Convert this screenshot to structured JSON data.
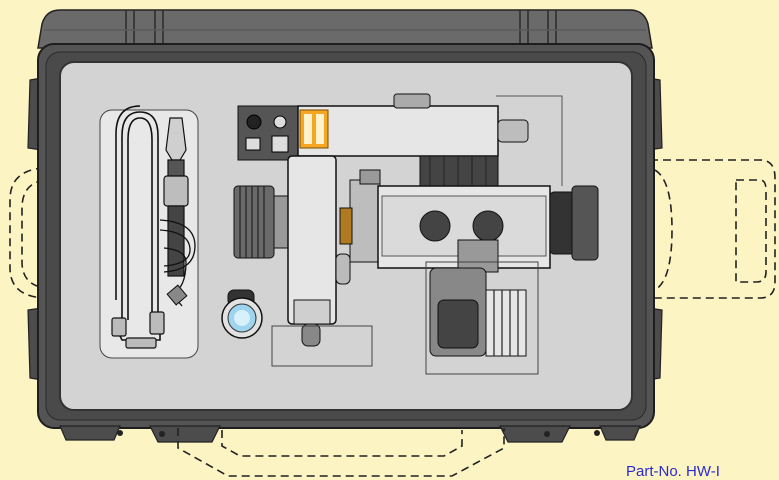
{
  "caption": {
    "part_no": "Part-No.  HW-I"
  },
  "colors": {
    "background": "#fdf4c4",
    "case_shell": "#545454",
    "case_lid": "#6a6a6a",
    "foam_tray": "#d3d3d3",
    "equipment": "#dcdcdc",
    "caption_text": "#2b2bd0",
    "accent_label": "#f5a623"
  },
  "components": [
    "carrying-case",
    "cable-and-joystick-compartment",
    "lens-assembly",
    "camera-head",
    "pan-tilt-bracket",
    "eyepiece",
    "side-handle",
    "bottom-handle"
  ]
}
